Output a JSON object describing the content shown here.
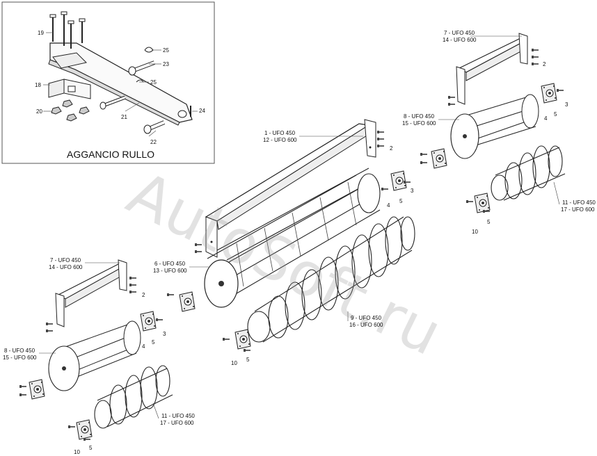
{
  "inset": {
    "title": "AGGANCIO RULLO",
    "callouts": [
      "19",
      "25",
      "23",
      "18",
      "25",
      "20",
      "21",
      "24",
      "22"
    ]
  },
  "center": {
    "frame_label_1": "1 - UFO 450",
    "frame_label_2": "12 - UFO 600",
    "roller_label_1": "6 - UFO 450",
    "roller_label_2": "13 - UFO 600",
    "spiral_label_1": "9 - UFO 450",
    "spiral_label_2": "16 - UFO 600",
    "n2": "2",
    "n3": "3",
    "n4": "4",
    "n5": "5",
    "n10": "10"
  },
  "top_right": {
    "frame_label_1": "7 - UFO 450",
    "frame_label_2": "14 - UFO 600",
    "roller_label_1": "8 - UFO 450",
    "roller_label_2": "15 - UFO 600",
    "spiral_label_1": "11 - UFO 450",
    "spiral_label_2": "17 - UFO 600",
    "n2": "2",
    "n3": "3",
    "n4": "4",
    "n5": "5",
    "n10": "10"
  },
  "bottom_left": {
    "frame_label_1": "7 - UFO 450",
    "frame_label_2": "14 - UFO 600",
    "roller_label_1": "8 - UFO 450",
    "roller_label_2": "15 - UFO 600",
    "spiral_label_1": "11 - UFO 450",
    "spiral_label_2": "17 - UFO 600",
    "n2": "2",
    "n3": "3",
    "n4": "4",
    "n5": "5",
    "n10": "10"
  },
  "watermark": {
    "line1": "AutoSoft",
    "line2": "ru"
  }
}
